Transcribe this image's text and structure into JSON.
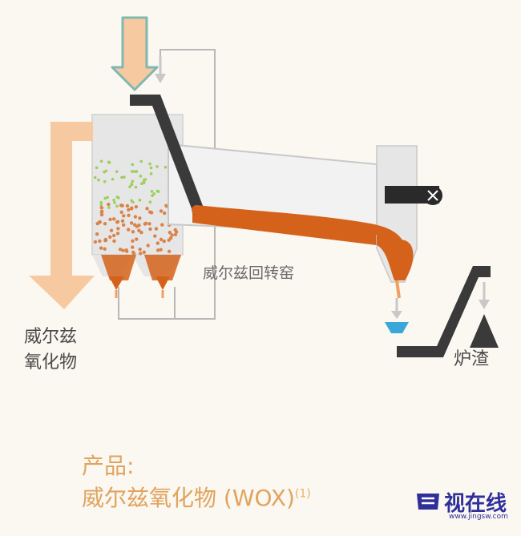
{
  "labels": {
    "kiln": "威尔兹回转窑",
    "wox_side_line1": "威尔兹",
    "wox_side_line2": "氧化物",
    "slag": "炉渣"
  },
  "product": {
    "title": "产品:",
    "name": "威尔兹氧化物 (WOX)",
    "footnote": "(1)"
  },
  "watermark": {
    "text": "视在线",
    "url": "www.jingsw.com"
  },
  "colors": {
    "feed_arrow": "#f7c9a0",
    "feed_arrow_outline": "#7fb8b0",
    "conveyor": "#3a3a3a",
    "melt": "#d4621a",
    "green_dust": "#9ccf5e",
    "orange_particles": "#d9834a",
    "chamber_fill": "#e6e6e6",
    "frame_line": "#b8b8b8",
    "text_orange": "#e0a45e",
    "water": "#3aa7d9",
    "watermark": "#2f2f9a"
  }
}
